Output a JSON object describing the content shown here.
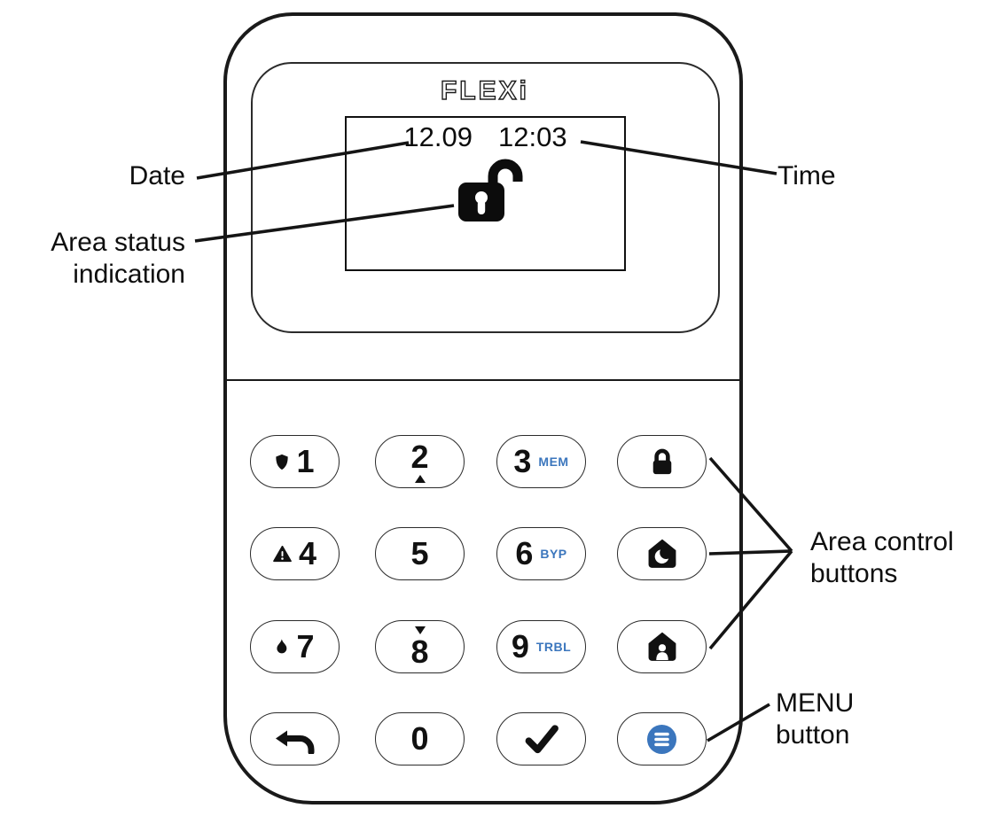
{
  "device": {
    "brand": "FLEXi",
    "screen": {
      "date": "12.09",
      "time": "12:03",
      "status_icon": "unlocked-padlock",
      "status_meaning": "area disarmed"
    }
  },
  "keypad": {
    "accent_blue": "#3b76bd",
    "ink": "#1a1a1a",
    "buttons": [
      {
        "name": "key-1",
        "digit": "1",
        "icon": "shield-icon"
      },
      {
        "name": "key-2",
        "digit": "2",
        "icon": "scroll-up-triangle"
      },
      {
        "name": "key-3",
        "digit": "3",
        "sub": "MEM"
      },
      {
        "name": "arm-away-button",
        "icon": "lock-icon"
      },
      {
        "name": "key-4",
        "digit": "4",
        "icon": "warning-icon"
      },
      {
        "name": "key-5",
        "digit": "5"
      },
      {
        "name": "key-6",
        "digit": "6",
        "sub": "BYP"
      },
      {
        "name": "arm-night-button",
        "icon": "house-moon-icon"
      },
      {
        "name": "key-7",
        "digit": "7",
        "icon": "fire-icon"
      },
      {
        "name": "key-8",
        "digit": "8",
        "icon": "scroll-down-triangle"
      },
      {
        "name": "key-9",
        "digit": "9",
        "sub": "TRBL"
      },
      {
        "name": "arm-stay-button",
        "icon": "house-person-icon"
      },
      {
        "name": "back-button",
        "icon": "back-arrow-icon"
      },
      {
        "name": "key-0",
        "digit": "0"
      },
      {
        "name": "confirm-button",
        "icon": "check-icon"
      },
      {
        "name": "menu-button",
        "icon": "menu-icon"
      }
    ]
  },
  "annotations": {
    "date_label": "Date",
    "time_label": "Time",
    "area_status_line1": "Area status",
    "area_status_line2": "indication",
    "area_control_line1": "Area control",
    "area_control_line2": "buttons",
    "menu_line1": "MENU",
    "menu_line2": "button"
  }
}
